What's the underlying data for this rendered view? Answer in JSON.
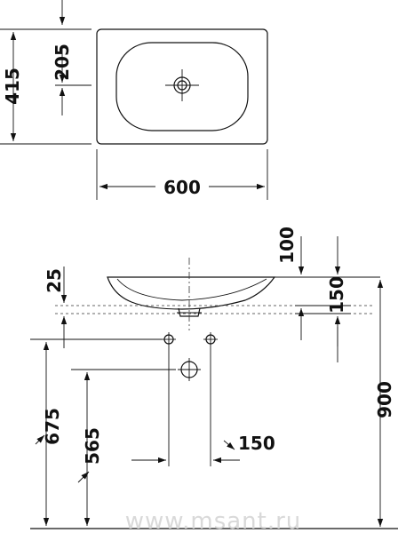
{
  "dimensions": {
    "top_depth": "415",
    "top_center": "205",
    "top_width": "600",
    "rim_offset": "100",
    "rim_thickness": "25",
    "bowl_height": "150",
    "counter_height": "900",
    "outlet_height": "675",
    "drain_height": "565",
    "outlet_spacing": "150"
  },
  "watermark": "www.msant.ru"
}
